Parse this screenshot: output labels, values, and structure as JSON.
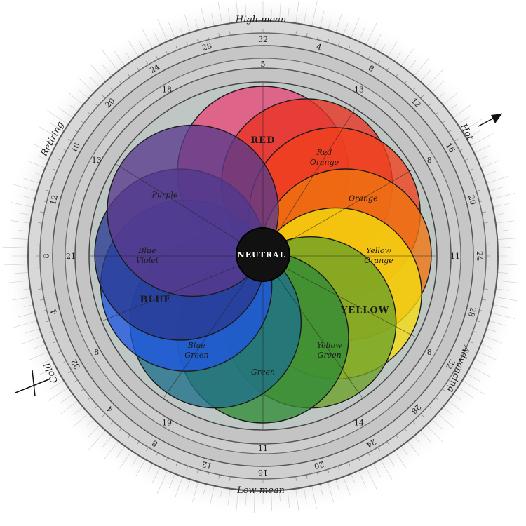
{
  "colors": {
    "paper": "#ffffff",
    "rim": "#c9c9c9",
    "rim_dark": "#5a5a5a",
    "inner_field": "#bfc7c4",
    "center": "#111111",
    "ink": "#1c1c1c"
  },
  "outer_labels": {
    "top": "High mean",
    "bottom": "Low mean",
    "left": "Retiring",
    "right": "Hot",
    "lower_left": "Cold",
    "lower_right": "Advancing"
  },
  "outer_ring_numbers": [
    "32",
    "4",
    "8",
    "12",
    "16",
    "20",
    "24",
    "28",
    "32",
    "28",
    "24",
    "20",
    "16",
    "12",
    "8",
    "4",
    "32",
    "4",
    "8",
    "12",
    "16",
    "20",
    "24",
    "28"
  ],
  "inner_ring_numbers": [
    "5",
    "13",
    "8",
    "11",
    "8",
    "14",
    "11",
    "19",
    "8",
    "21",
    "13",
    "18"
  ],
  "center_label": "NEUTRAL",
  "petals": [
    {
      "name": "red",
      "label": "RED",
      "sub": "",
      "color": "#e8487a"
    },
    {
      "name": "red-orange",
      "label": "Red",
      "sub": "Orange",
      "color": "#e83222"
    },
    {
      "name": "orange",
      "label": "Orange",
      "sub": "",
      "color": "#f0401c"
    },
    {
      "name": "yellow-orange",
      "label": "Yellow",
      "sub": "Orange",
      "color": "#f07410"
    },
    {
      "name": "yellow",
      "label": "YELLOW",
      "sub": "",
      "color": "#f5dc10"
    },
    {
      "name": "yellow-green",
      "label": "Yellow",
      "sub": "Green",
      "color": "#6aa028"
    },
    {
      "name": "green",
      "label": "Green",
      "sub": "",
      "color": "#2f8a36"
    },
    {
      "name": "blue-green",
      "label": "Blue",
      "sub": "Green",
      "color": "#1f6f8a"
    },
    {
      "name": "blue",
      "label": "BLUE",
      "sub": "",
      "color": "#1f56e0"
    },
    {
      "name": "blue-violet",
      "label": "Blue",
      "sub": "Violet",
      "color": "#2a3a92"
    },
    {
      "name": "purple",
      "label": "Purple",
      "sub": "",
      "color": "#5a3a8c"
    }
  ]
}
